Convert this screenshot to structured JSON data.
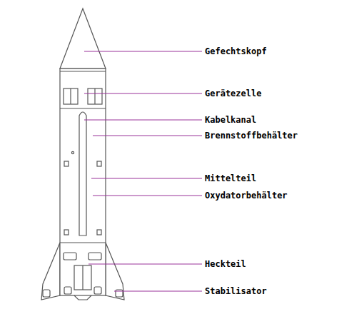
{
  "diagram": {
    "labels": [
      "Gefechtskopf",
      "Gerätezelle",
      "Kabelkanal",
      "Brennstoffbehälter",
      "Mittelteil",
      "Oxydatorbehälter",
      "Heckteil",
      "Stabilisator"
    ]
  }
}
